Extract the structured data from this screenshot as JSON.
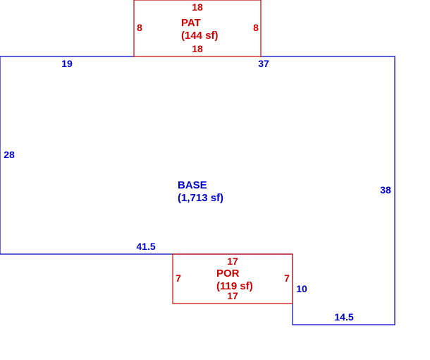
{
  "colors": {
    "base": "#0000cc",
    "attached": "#cc0000",
    "background": "#ffffff"
  },
  "base": {
    "name": "BASE",
    "area": "(1,713 sf)",
    "dims": {
      "top_left": "19",
      "top_right": "37",
      "left": "28",
      "right": "38",
      "bottom_left": "41.5",
      "step_vertical": "10",
      "bottom_right": "14.5"
    }
  },
  "patio": {
    "name": "PAT",
    "area": "(144 sf)",
    "dims": {
      "top": "18",
      "bottom": "18",
      "left": "8",
      "right": "8"
    }
  },
  "porch": {
    "name": "POR",
    "area": "(119 sf)",
    "dims": {
      "top": "17",
      "bottom": "17",
      "left": "7",
      "right": "7"
    }
  }
}
